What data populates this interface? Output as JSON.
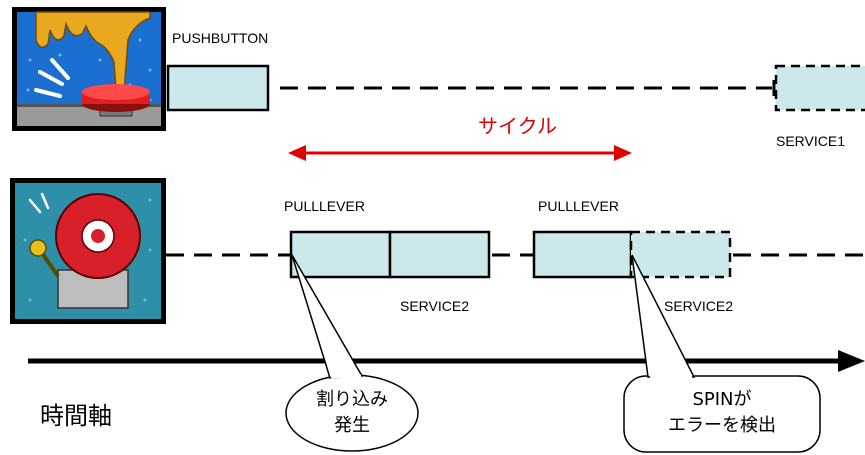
{
  "labels": {
    "pushbutton": "PUSHBUTTON",
    "service1": "SERVICE1",
    "cycle": "サイクル",
    "pulllever_1": "PULLLEVER",
    "pulllever_2": "PULLLEVER",
    "service2_1": "SERVICE2",
    "service2_2": "SERVICE2",
    "time_axis": "時間軸"
  },
  "callouts": {
    "interrupt": [
      "割り込み",
      "発生"
    ],
    "spin_error": [
      "SPINが",
      "エラーを検出"
    ]
  },
  "colors": {
    "block_fill": "#cce8ea",
    "cycle_arrow": "#e00000",
    "axis": "#000000",
    "icon_bg_blue": "#1a6fd0",
    "icon_bg_teal": "#2e8fa8",
    "bell_red": "#d8202a",
    "button_red": "#e02020",
    "hand_gold": "#e8a820"
  },
  "icons": {
    "pushbutton_icon": "hand-pressing-button-icon",
    "alarm_icon": "alarm-bell-icon"
  }
}
